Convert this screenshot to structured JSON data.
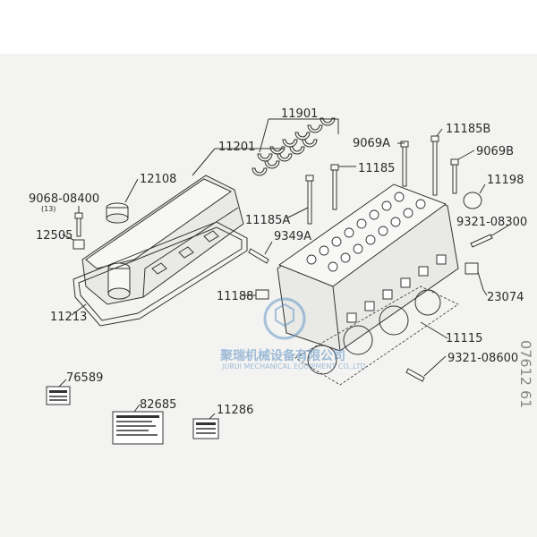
{
  "diagram": {
    "part_labels": {
      "p11901": "11901",
      "p11201": "11201",
      "p9069a": "9069A",
      "p11185b": "11185B",
      "p9069b": "9069B",
      "p12108": "12108",
      "p11185": "11185",
      "p11198": "11198",
      "p9068": "9068-08400",
      "p9068_qty": "(13)",
      "p11185a": "11185A",
      "p9321_08300": "9321-08300",
      "p9349a": "9349A",
      "p12505": "12505",
      "p23074": "23074",
      "p11188": "11188",
      "p11213": "11213",
      "p11115": "11115",
      "p9321_08600": "9321-08600",
      "p76589": "76589",
      "p82685": "82685",
      "p11286": "11286"
    },
    "watermark": {
      "cn": "聚瑞机械设备有限公司",
      "en": "JURUI MECHANICAL EQUIPMENT CO.,LTD"
    },
    "edge_text": "07612 61"
  }
}
